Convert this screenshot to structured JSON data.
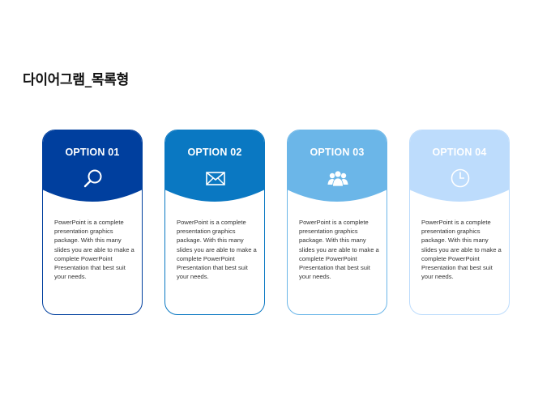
{
  "page": {
    "title": "다이어그램_목록형"
  },
  "cards": [
    {
      "title": "OPTION 01",
      "icon": "search-icon",
      "color": "#003F9E",
      "body": "PowerPoint is a complete presentation graphics package. With this many slides you are able to make a complete PowerPoint Presentation that best suit your needs."
    },
    {
      "title": "OPTION 02",
      "icon": "envelope-icon",
      "color": "#0A78C2",
      "body": "PowerPoint is a complete presentation graphics package. With this many slides you are able to make a complete PowerPoint Presentation that best suit your needs."
    },
    {
      "title": "OPTION 03",
      "icon": "people-icon",
      "color": "#6BB6E8",
      "body": "PowerPoint is a complete presentation graphics package. With this many slides you are able to make a complete PowerPoint Presentation that best suit your needs."
    },
    {
      "title": "OPTION 04",
      "icon": "clock-icon",
      "color": "#BDDCFC",
      "body": "PowerPoint is a complete presentation graphics package. With this many slides you are able to make a complete PowerPoint Presentation that best suit your needs."
    }
  ]
}
